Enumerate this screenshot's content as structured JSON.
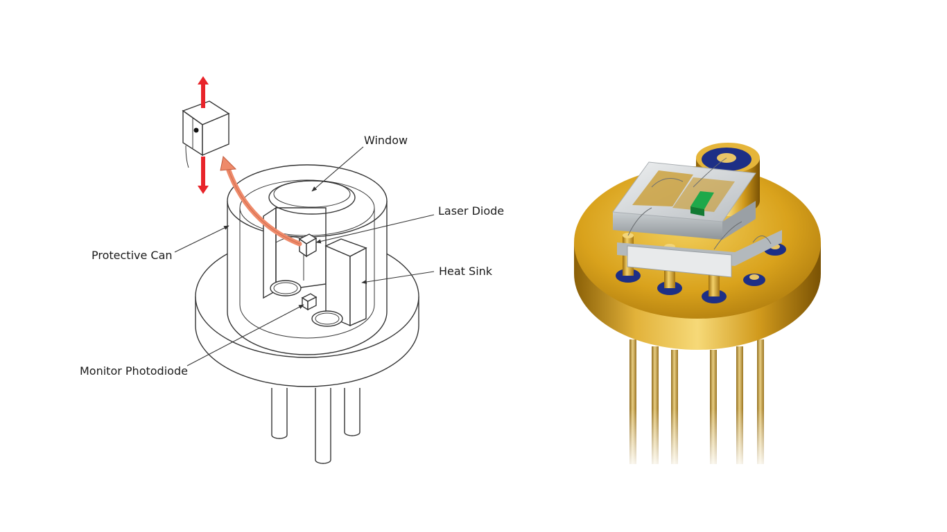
{
  "labels": {
    "window": "Window",
    "laser_diode": "Laser Diode",
    "protective_can": "Protective Can",
    "heat_sink": "Heat Sink",
    "monitor_photodiode": "Monitor Photodiode"
  },
  "colors": {
    "line_art": "#333333",
    "lift_arrow": "#e8242a",
    "beam_arrow": "#ee8a6a",
    "gold": "#d9a21c",
    "gold_dark": "#a8760c",
    "insulator_blue": "#1d2f86",
    "ceramic": "#d6dadd"
  }
}
